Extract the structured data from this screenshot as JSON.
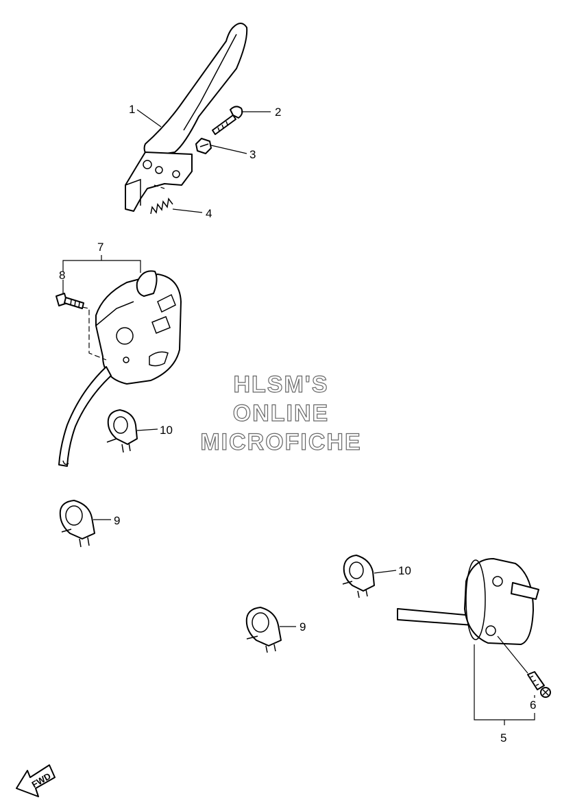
{
  "watermark": {
    "line1": "HLSM'S",
    "line2": "ONLINE",
    "line3": "MICROFICHE"
  },
  "callouts": {
    "c1": "1",
    "c2": "2",
    "c3": "3",
    "c4": "4",
    "c5": "5",
    "c6": "6",
    "c7": "7",
    "c8": "8",
    "c9a": "9",
    "c9b": "9",
    "c10a": "10",
    "c10b": "10"
  },
  "direction_arrow": {
    "label": "FWD",
    "icon": "arrow-left-icon"
  }
}
